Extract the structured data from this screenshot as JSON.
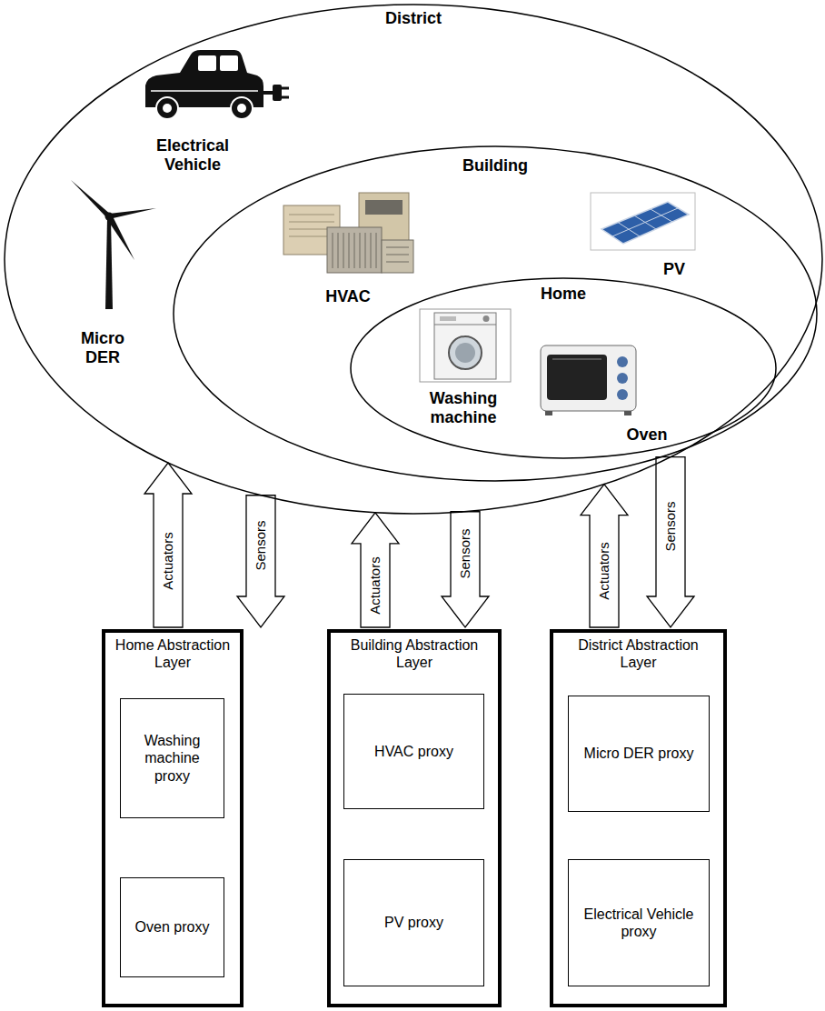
{
  "diagram": {
    "nodes": [
      {
        "text": [
          "District"
        ]
      },
      {
        "text": [
          "Building"
        ],
        "in": 0
      },
      {
        "text": [
          "Home"
        ],
        "in": 1
      },
      {
        "text": [
          "Home Abstraction Layer"
        ]
      },
      {
        "text": [
          "Washing machine proxy"
        ],
        "in": 3
      },
      {
        "text": [
          "Oven proxy"
        ],
        "in": 3
      },
      {
        "text": [
          "Building Abstraction Layer"
        ]
      },
      {
        "text": [
          "HVAC proxy"
        ],
        "in": 6
      },
      {
        "text": [
          "PV proxy"
        ],
        "in": 6
      },
      {
        "text": [
          "District Abstraction Layer"
        ]
      },
      {
        "text": [
          "Micro DER proxy"
        ],
        "in": 9
      },
      {
        "text": [
          "Electrical Vehicle proxy"
        ],
        "in": 9
      }
    ],
    "edges": [
      {
        "from": 3,
        "to": 0,
        "arrow": "to",
        "label": "Actuators"
      },
      {
        "from": 0,
        "to": 3,
        "arrow": "to",
        "label": "Sensors"
      },
      {
        "from": 6,
        "to": 0,
        "arrow": "to",
        "label": "Actuators"
      },
      {
        "from": 0,
        "to": 6,
        "arrow": "to",
        "label": "Sensors"
      },
      {
        "from": 9,
        "to": 0,
        "arrow": "to",
        "label": "Actuators"
      },
      {
        "from": 0,
        "to": 9,
        "arrow": "to",
        "label": "Sensors"
      }
    ],
    "labels": [
      "Electrical Vehicle",
      "Micro DER",
      "HVAC",
      "PV",
      "Washing machine",
      "Oven"
    ]
  }
}
